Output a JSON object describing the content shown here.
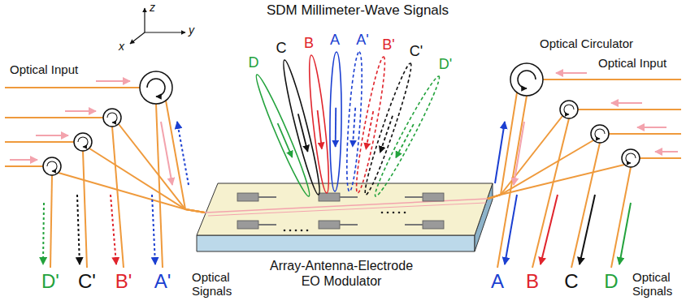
{
  "diagram": {
    "title": "SDM Millimeter-Wave Signals",
    "nodes": [
      {
        "text": [
          "Array-Antenna-Electrode EO Modulator"
        ]
      }
    ],
    "labels": [
      "z",
      "y",
      "x",
      "Optical Input",
      "Optical Circulator",
      "Optical Input",
      "D",
      "C",
      "B",
      "A",
      "A'",
      "B'",
      "C'",
      "D'",
      "D'",
      "C'",
      "B'",
      "A'",
      "Optical Signals",
      "A",
      "B",
      "C",
      "D",
      "Optical Signals"
    ]
  }
}
